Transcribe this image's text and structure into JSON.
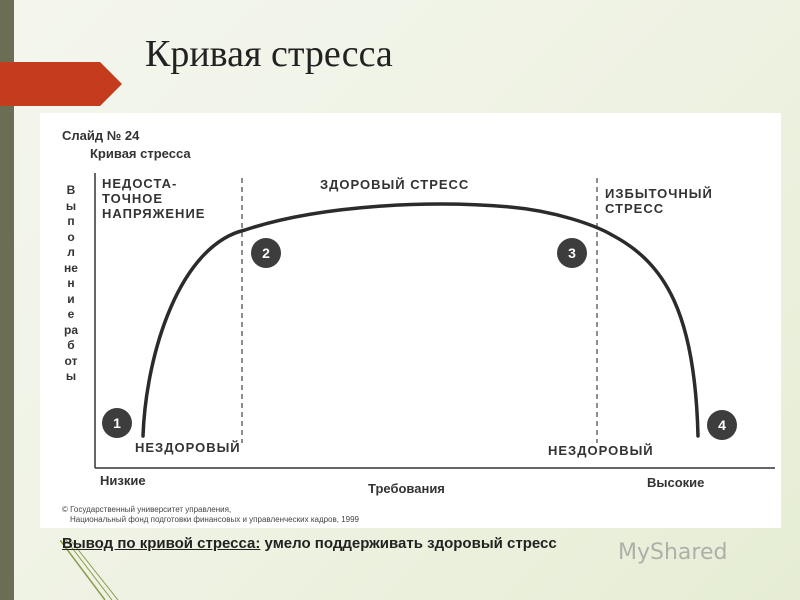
{
  "slide": {
    "title": "Кривая стресса"
  },
  "figure": {
    "heading_line1": "Слайд № 24",
    "heading_line2": "Кривая стресса",
    "y_axis_label": "Выполнение работы",
    "x_axis_label": "Требования",
    "x_low_label": "Низкие",
    "x_high_label": "Высокие",
    "zone_left": [
      "НЕДОСТА-",
      "ТОЧНОЕ",
      "НАПРЯЖЕНИЕ"
    ],
    "zone_center": "ЗДОРОВЫЙ СТРЕСС",
    "zone_right": [
      "ИЗБЫТОЧНЫЙ",
      "СТРЕСС"
    ],
    "unhealthy_left": "НЕЗДОРОВЫЙ",
    "unhealthy_right": "НЕЗДОРОВЫЙ",
    "points": [
      "1",
      "2",
      "3",
      "4"
    ],
    "copyright_line1": "© Государственный университет управления,",
    "copyright_line2": "Национальный фонд подготовки финансовых и управленческих кадров, 1999"
  },
  "conclusion": {
    "label": "Вывод по кривой стресса:",
    "text": " умело поддерживать здоровый стресс"
  },
  "watermark": {
    "text": "MyShared"
  },
  "colors": {
    "accent": "#c43b1e",
    "sidebar": "#6b6e55",
    "curve": "#2b2b2b"
  }
}
